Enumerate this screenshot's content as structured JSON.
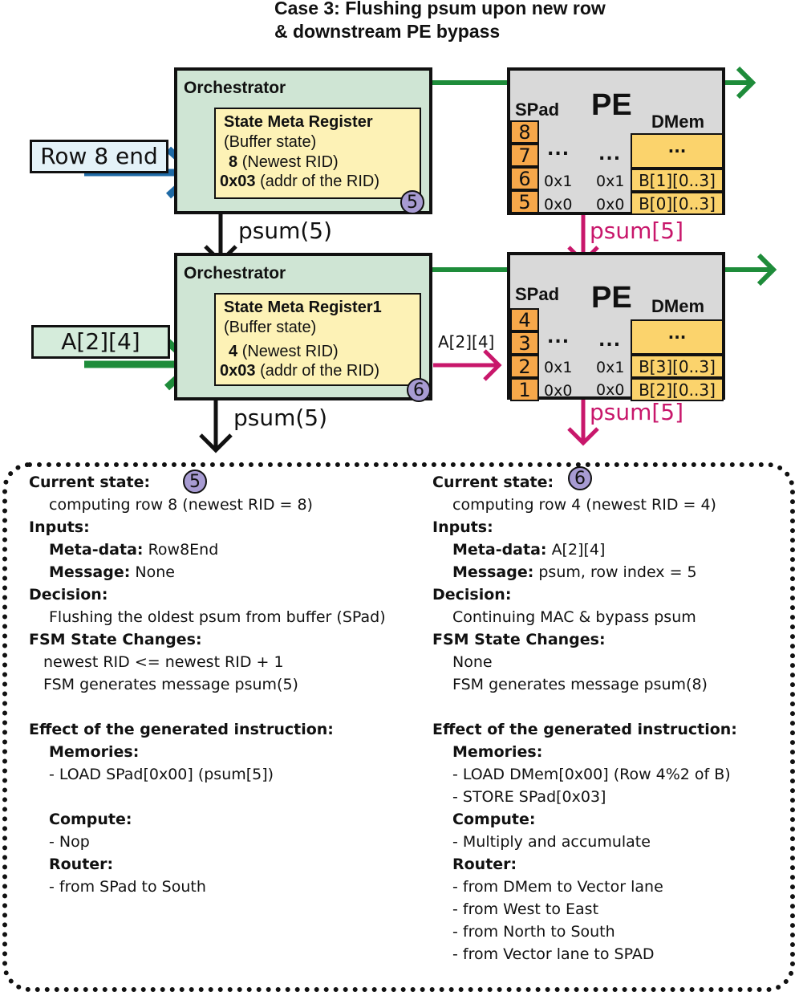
{
  "title": {
    "line1": "Case 3: Flushing psum upon new row",
    "line2": "& downstream PE bypass"
  },
  "colors": {
    "orchestrator_fill": "#cfe5d4",
    "register_fill": "#fdf2b6",
    "pe_fill": "#d9d9d9",
    "spad_cell": "#f7a84a",
    "dmem_cell": "#fbd36c",
    "green_arrow": "#1e8c3a",
    "magenta_arrow": "#c8176b",
    "blue_arrow": "#1f6aa5",
    "badge": "#a79bd2"
  },
  "top": {
    "orchestrator_label": "Orchestrator",
    "register_title": "State Meta Register",
    "register_line2": "(Buffer state)",
    "rid_value": "8",
    "rid_desc": "(Newest RID)",
    "addr_value": "0x03",
    "addr_desc": "(addr of the RID)",
    "badge": "5",
    "input_label": "Row 8 end",
    "out_label": "psum(5)"
  },
  "bottom": {
    "orchestrator_label": "Orchestrator",
    "register_title": "State Meta Register1",
    "register_line2": "(Buffer state)",
    "rid_value": "4",
    "rid_desc": "(Newest RID)",
    "addr_value": "0x03",
    "addr_desc": "(addr of the RID)",
    "badge": "6",
    "input_label": "A[2][4]",
    "to_pe_label": "A[2][4]",
    "out_label": "psum(5)"
  },
  "pe_top": {
    "title": "PE",
    "spad_label": "SPad",
    "dmem_label": "DMem",
    "spad_cells": [
      "8",
      "7",
      "6",
      "5"
    ],
    "dots": "...",
    "addr1": "0x1",
    "addr0": "0x0",
    "dmem_cells": [
      "...",
      "B[1][0..3]",
      "B[0][0..3]"
    ],
    "out_label": "psum[5]"
  },
  "pe_bottom": {
    "title": "PE",
    "spad_label": "SPad",
    "dmem_label": "DMem",
    "spad_cells": [
      "4",
      "3",
      "2",
      "1"
    ],
    "dots": "...",
    "addr1": "0x1",
    "addr0": "0x0",
    "dmem_cells": [
      "...",
      "B[3][0..3]",
      "B[2][0..3]"
    ],
    "out_label": "psum[5]"
  },
  "left_panel": {
    "badge": "5",
    "current_state_h": "Current state:",
    "current_state": "computing row 8 (newest RID = 8)",
    "inputs_h": "Inputs:",
    "meta_h": "Meta-data:",
    "meta": "Row8End",
    "message_h": "Message:",
    "message": "None",
    "decision_h": "Decision:",
    "decision": "Flushing the oldest psum from buffer (SPad)",
    "fsm_h": "FSM State Changes:",
    "fsm1": "newest RID <= newest RID + 1",
    "fsm2": "FSM generates message psum(5)",
    "effect_h": "Effect of the generated instruction:",
    "memories_h": "Memories:",
    "mem1": "- LOAD SPad[0x00] (psum[5])",
    "compute_h": "Compute:",
    "compute1": "- Nop",
    "router_h": "Router:",
    "router1": "- from SPad to South"
  },
  "right_panel": {
    "badge": "6",
    "current_state_h": "Current state:",
    "current_state": "computing row 4 (newest RID = 4)",
    "inputs_h": "Inputs:",
    "meta_h": "Meta-data:",
    "meta": "A[2][4]",
    "message_h": "Message:",
    "message": "psum, row index = 5",
    "decision_h": "Decision:",
    "decision": "Continuing MAC & bypass psum",
    "fsm_h": "FSM State Changes:",
    "fsm1": "None",
    "fsm2": "FSM generates message psum(8)",
    "effect_h": "Effect of the generated instruction:",
    "memories_h": "Memories:",
    "mem1": "- LOAD DMem[0x00] (Row 4%2 of B)",
    "mem2": "- STORE SPad[0x03]",
    "compute_h": "Compute:",
    "compute1": "- Multiply and accumulate",
    "router_h": "Router:",
    "router1": "- from DMem to Vector lane",
    "router2": "- from West to East",
    "router3": "- from North to South",
    "router4": "- from Vector lane to SPAD"
  }
}
